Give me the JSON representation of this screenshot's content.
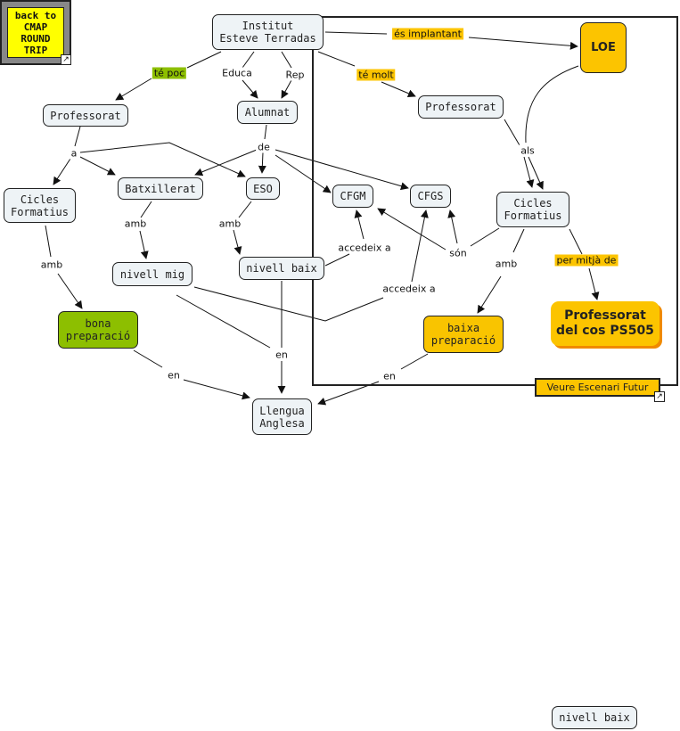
{
  "back_button": {
    "label": "back to\nCMAP\nROUND\nTRIP",
    "icon": "shortcut-arrow-icon"
  },
  "future_button": {
    "label": "Veure Escenari Futur",
    "icon": "shortcut-arrow-icon"
  },
  "colors": {
    "concept_fill": "#eef3f6",
    "green": "#8dbf00",
    "gold": "#fcc400",
    "shadow_orange": "#f08a00",
    "back_yellow": "#ffff00"
  },
  "concepts": {
    "institut": "Institut\nEsteve Terradas",
    "professorat_left": "Professorat",
    "alumnat": "Alumnat",
    "professorat_right": "Professorat",
    "loe": "LOE",
    "cicles_left": "Cicles\nFormatius",
    "batxillerat": "Batxillerat",
    "eso": "ESO",
    "cfgm": "CFGM",
    "cfgs": "CFGS",
    "cicles_right": "Cicles\nFormatius",
    "nivell_mig": "nivell mig",
    "nivell_baix": "nivell baix",
    "bona_preparacio": "bona\npreparació",
    "baixa_preparacio": "baixa\npreparació",
    "professorat_ps505": "Professorat\ndel cos PS505",
    "llengua_anglesa": "Llengua\nAnglesa",
    "nivell_baix_stray": "nivell baix"
  },
  "links": {
    "te_poc": "té poc",
    "educa": "Educa",
    "rep": "Rep",
    "es_implantant": "és implantant",
    "te_molt": "té molt",
    "a": "a",
    "de": "de",
    "als": "als",
    "amb_cicles": "amb",
    "amb_batx": "amb",
    "amb_eso": "amb",
    "accedeix_a_1": "accedeix a",
    "accedeix_a_2": "accedeix a",
    "son": "són",
    "amb_right": "amb",
    "per_mitja_de": "per mitjà de",
    "en_mid": "en",
    "en_left": "en",
    "en_right": "en"
  }
}
